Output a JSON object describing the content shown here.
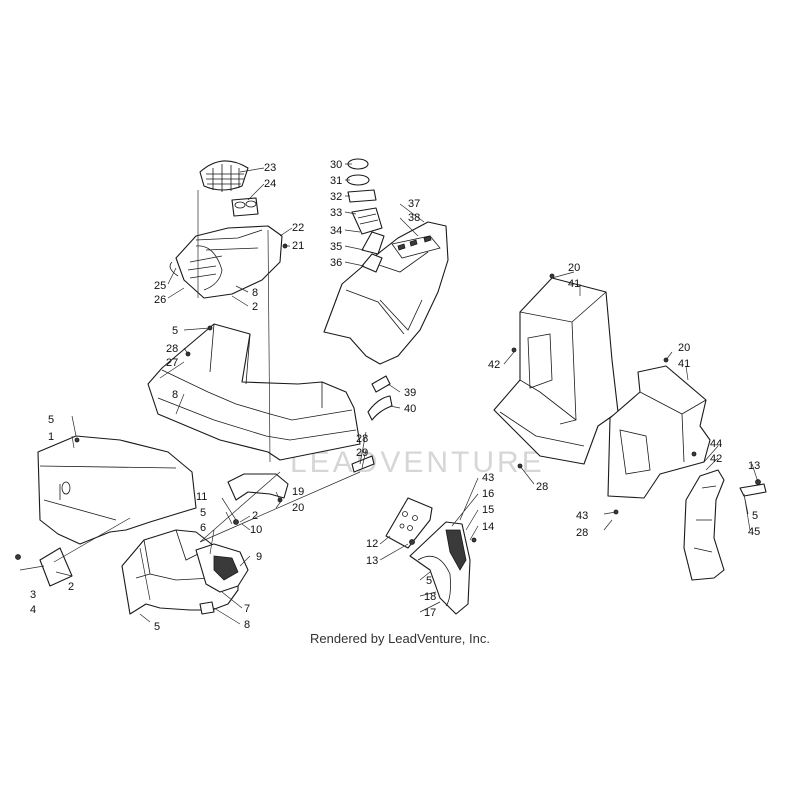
{
  "watermark": "LEADVENTURE",
  "credit": "Rendered by LeadVenture, Inc.",
  "callouts": [
    {
      "id": "c23",
      "text": "23"
    },
    {
      "id": "c24",
      "text": "24"
    },
    {
      "id": "c22",
      "text": "22"
    },
    {
      "id": "c21",
      "text": "21"
    },
    {
      "id": "c25",
      "text": "25"
    },
    {
      "id": "c26",
      "text": "26"
    },
    {
      "id": "c8a",
      "text": "8"
    },
    {
      "id": "c2a",
      "text": "2"
    },
    {
      "id": "c5a",
      "text": "5"
    },
    {
      "id": "c28a",
      "text": "28"
    },
    {
      "id": "c27",
      "text": "27"
    },
    {
      "id": "c8b",
      "text": "8"
    },
    {
      "id": "c30",
      "text": "30"
    },
    {
      "id": "c31",
      "text": "31"
    },
    {
      "id": "c32",
      "text": "32"
    },
    {
      "id": "c33",
      "text": "33"
    },
    {
      "id": "c34",
      "text": "34"
    },
    {
      "id": "c35",
      "text": "35"
    },
    {
      "id": "c36",
      "text": "36"
    },
    {
      "id": "c37",
      "text": "37"
    },
    {
      "id": "c38",
      "text": "38"
    },
    {
      "id": "c39",
      "text": "39"
    },
    {
      "id": "c40",
      "text": "40"
    },
    {
      "id": "c28b",
      "text": "28"
    },
    {
      "id": "c29",
      "text": "29"
    },
    {
      "id": "c20a",
      "text": "20"
    },
    {
      "id": "c41a",
      "text": "41"
    },
    {
      "id": "c42a",
      "text": "42"
    },
    {
      "id": "c28c",
      "text": "28"
    },
    {
      "id": "c20b",
      "text": "20"
    },
    {
      "id": "c41b",
      "text": "41"
    },
    {
      "id": "c44",
      "text": "44"
    },
    {
      "id": "c42b",
      "text": "42"
    },
    {
      "id": "c13a",
      "text": "13"
    },
    {
      "id": "c43a",
      "text": "43"
    },
    {
      "id": "c28d",
      "text": "28"
    },
    {
      "id": "c5b",
      "text": "5"
    },
    {
      "id": "c45",
      "text": "45"
    },
    {
      "id": "c5c",
      "text": "5"
    },
    {
      "id": "c1",
      "text": "1"
    },
    {
      "id": "c11",
      "text": "11"
    },
    {
      "id": "c5d",
      "text": "5"
    },
    {
      "id": "c6",
      "text": "6"
    },
    {
      "id": "c2b",
      "text": "2"
    },
    {
      "id": "c10",
      "text": "10"
    },
    {
      "id": "c19",
      "text": "19"
    },
    {
      "id": "c20c",
      "text": "20"
    },
    {
      "id": "c9",
      "text": "9"
    },
    {
      "id": "c3",
      "text": "3"
    },
    {
      "id": "c4",
      "text": "4"
    },
    {
      "id": "c2c",
      "text": "2"
    },
    {
      "id": "c7",
      "text": "7"
    },
    {
      "id": "c8c",
      "text": "8"
    },
    {
      "id": "c5e",
      "text": "5"
    },
    {
      "id": "c43b",
      "text": "43"
    },
    {
      "id": "c16",
      "text": "16"
    },
    {
      "id": "c15",
      "text": "15"
    },
    {
      "id": "c14",
      "text": "14"
    },
    {
      "id": "c12",
      "text": "12"
    },
    {
      "id": "c13b",
      "text": "13"
    },
    {
      "id": "c5f",
      "text": "5"
    },
    {
      "id": "c18",
      "text": "18"
    },
    {
      "id": "c17",
      "text": "17"
    }
  ]
}
